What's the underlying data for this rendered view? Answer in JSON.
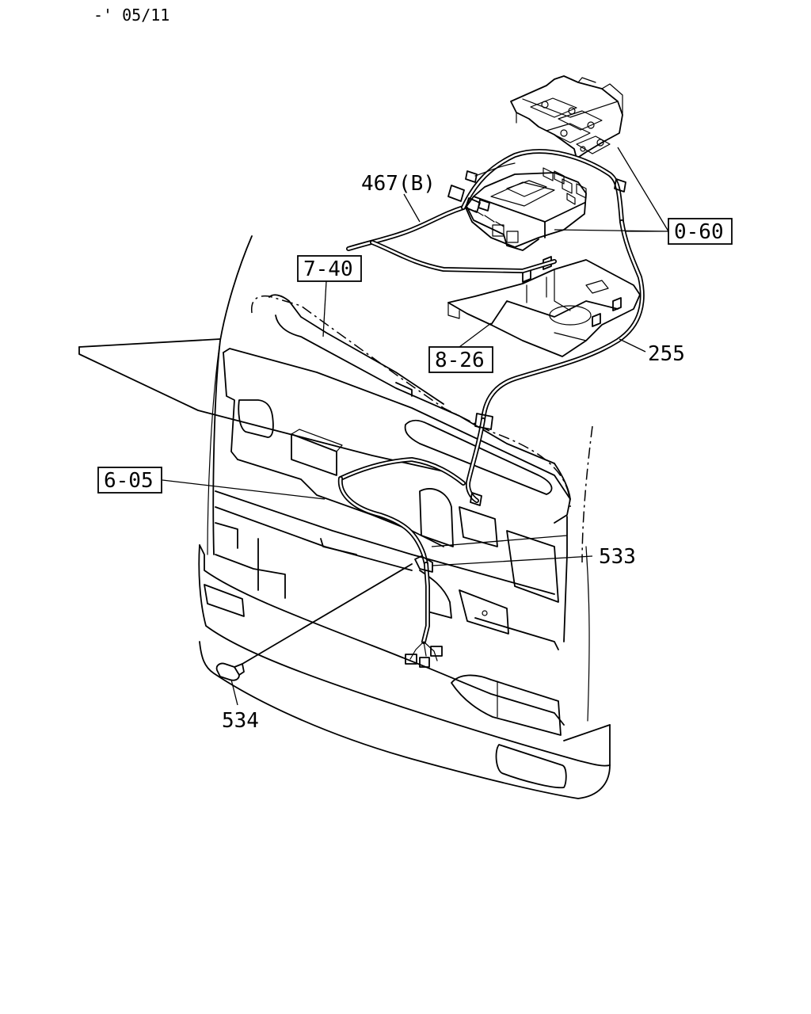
{
  "header": {
    "date_code": "-' 05/11"
  },
  "callouts": {
    "c467b": "467(B)",
    "c060": "0-60",
    "c740": "7-40",
    "c826": "8-26",
    "c255": "255",
    "c605": "6-05",
    "c533": "533",
    "c534": "534"
  }
}
